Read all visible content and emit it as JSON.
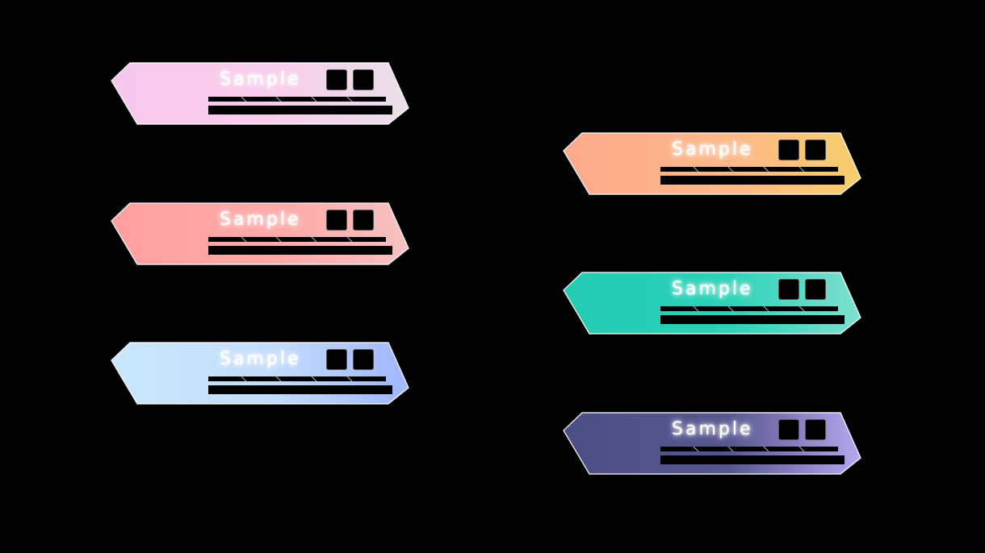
{
  "plates": [
    {
      "label": "Sample",
      "colors": [
        "#f7c8ef",
        "#f8cdeb",
        "#e9e0e9"
      ]
    },
    {
      "label": "Sample",
      "colors": [
        "#fe9f9f",
        "#fda9a7",
        "#f7c2c2"
      ]
    },
    {
      "label": "Sample",
      "colors": [
        "#c9e8fb",
        "#c3dcfb",
        "#9fb6fd"
      ]
    },
    {
      "label": "Sample",
      "colors": [
        "#fba98b",
        "#fdb889",
        "#f6cd6c"
      ]
    },
    {
      "label": "Sample",
      "colors": [
        "#24cbb3",
        "#2ad2b8",
        "#7fe0cf"
      ]
    },
    {
      "label": "Sample",
      "colors": [
        "#4b4e86",
        "#55568e",
        "#b7a7ef"
      ]
    }
  ]
}
